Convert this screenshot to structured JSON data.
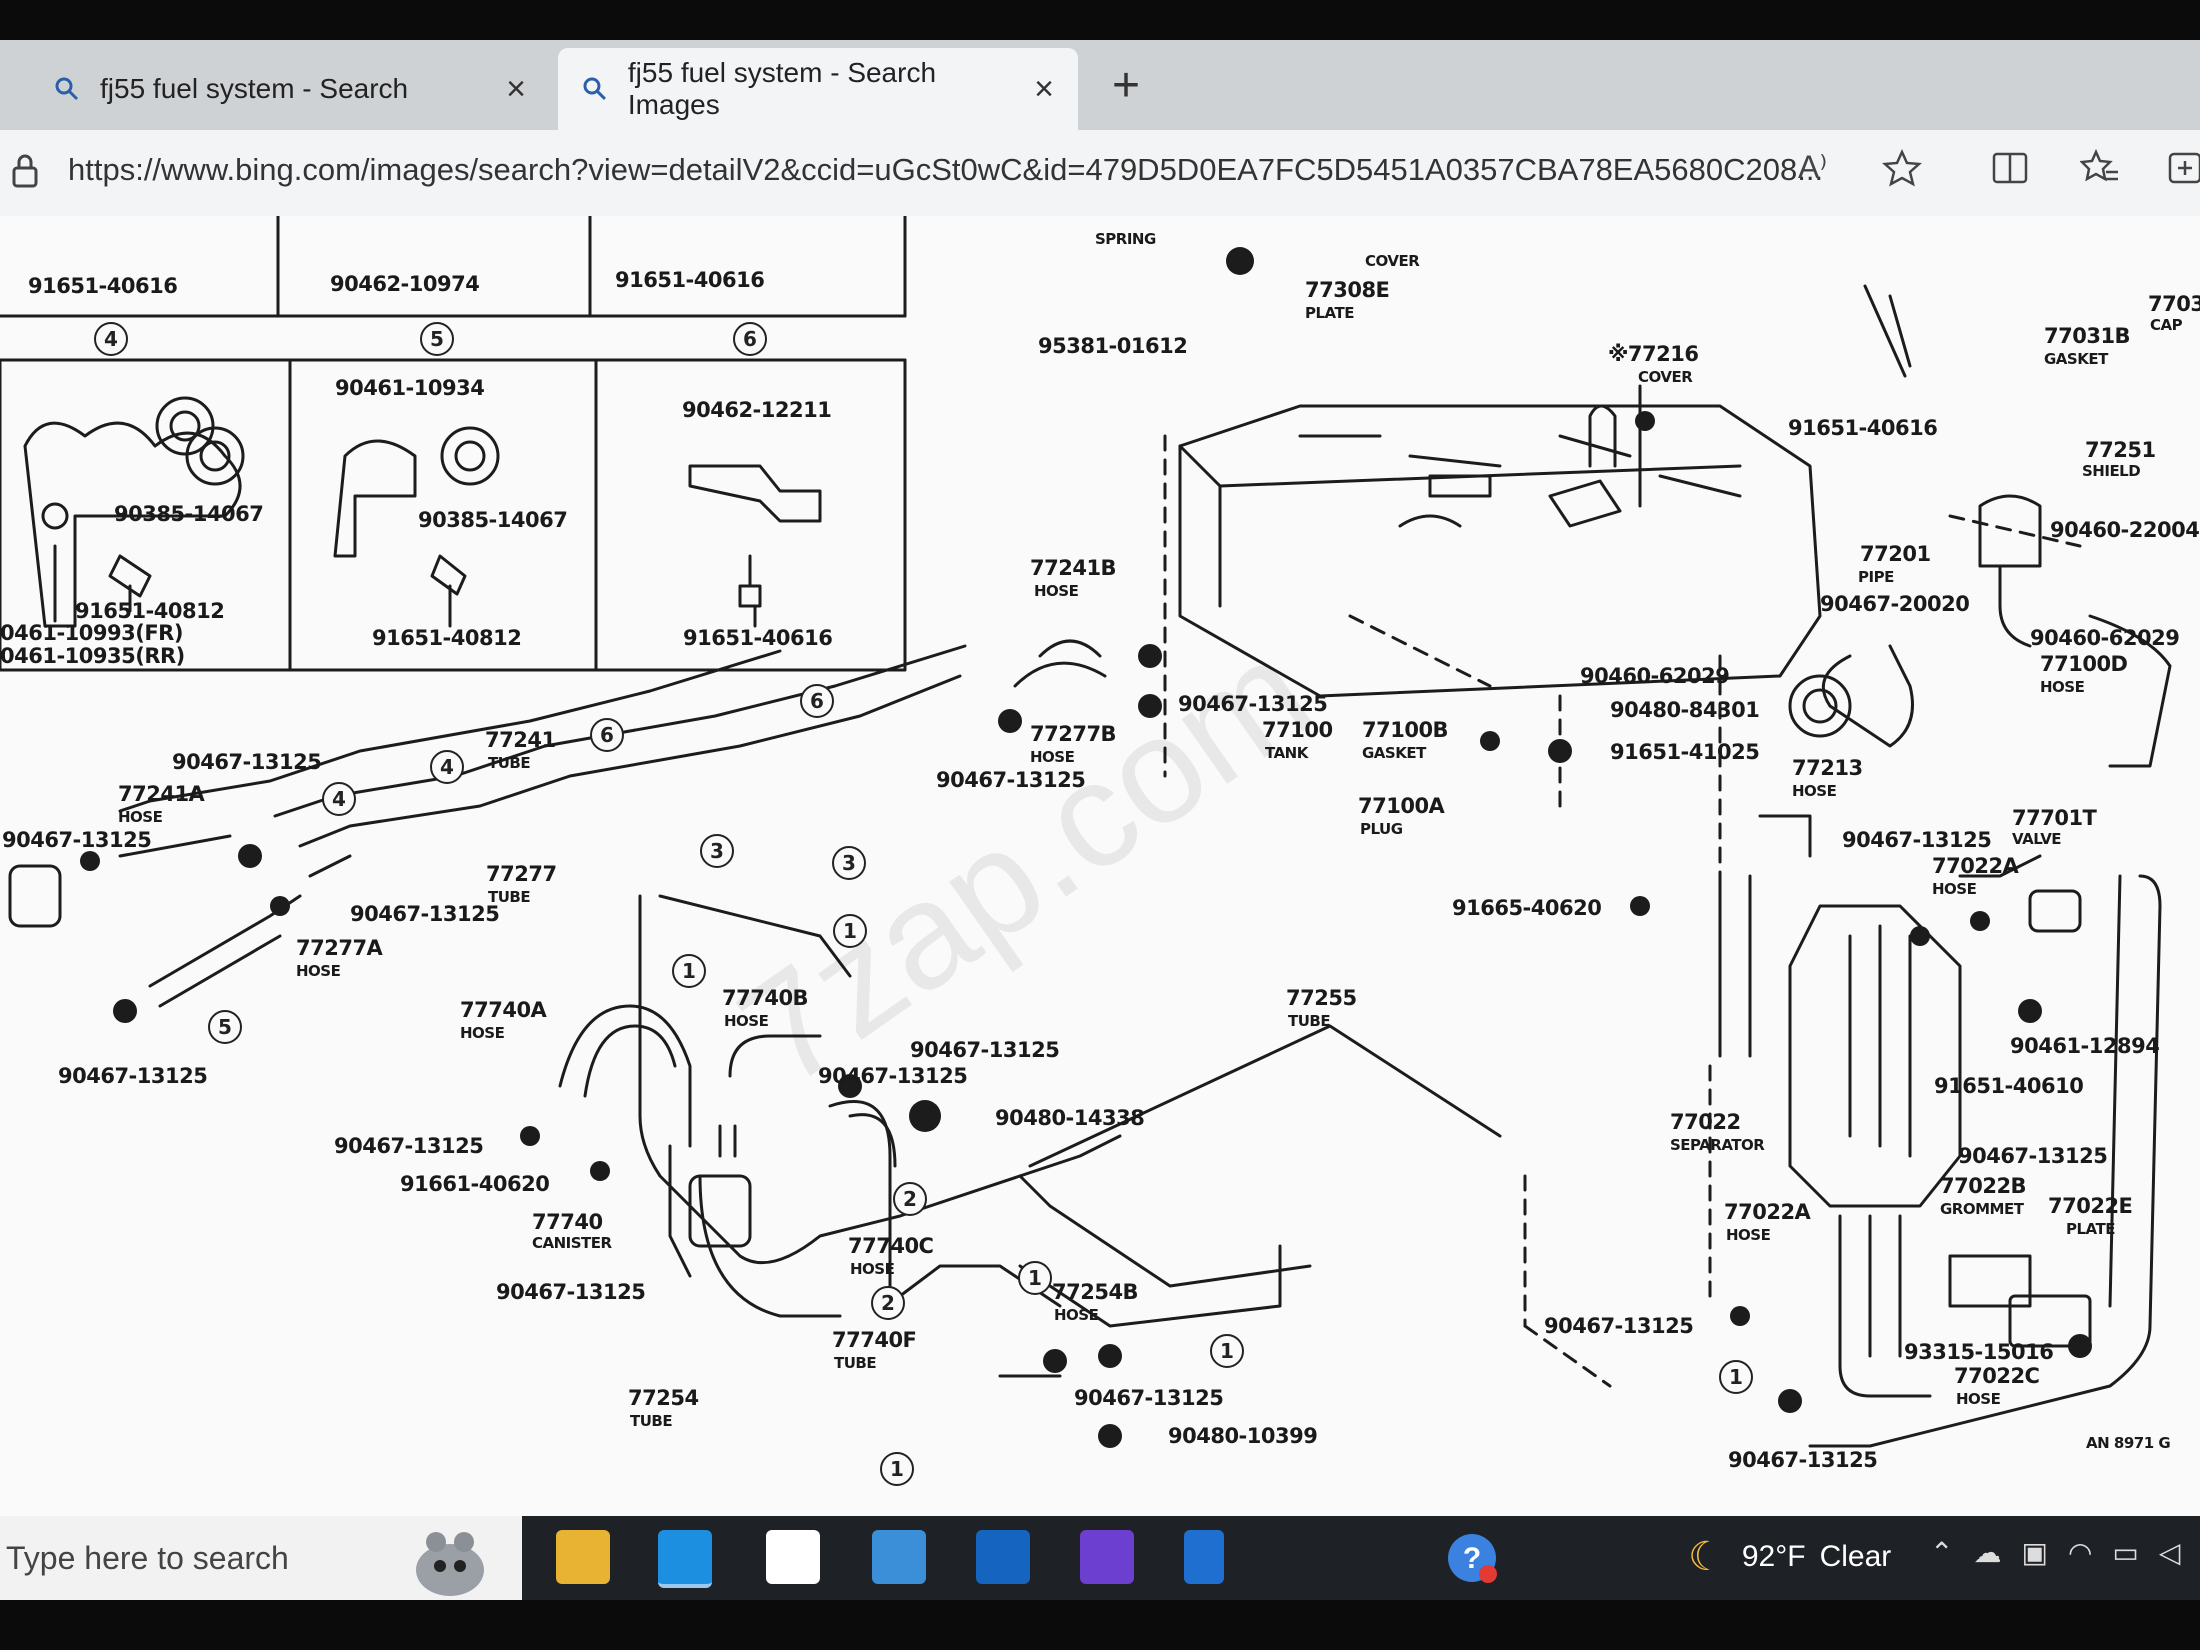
{
  "browser": {
    "tabs": [
      {
        "label": "fj55 fuel system - Search"
      },
      {
        "label": "fj55 fuel system - Search Images"
      }
    ],
    "new_tab": "+",
    "close": "×",
    "url": "https://www.bing.com/images/search?view=detailV2&ccid=uGcSt0wC&id=479D5D0EA7FC5D5451A0357CBA78EA5680C208...",
    "read_aloud": "A⁾"
  },
  "diagram": {
    "watermark": "7zap.com",
    "corner_code": "AN 8971 G",
    "labels": [
      {
        "id": "l1",
        "text": "91651-40616"
      },
      {
        "id": "l2",
        "text": "90462-10974"
      },
      {
        "id": "l3",
        "text": "91651-40616"
      },
      {
        "id": "l4",
        "text": "90461-10934"
      },
      {
        "id": "l5",
        "text": "90462-12211"
      },
      {
        "id": "l6",
        "text": "90385-14067"
      },
      {
        "id": "l7",
        "text": "90385-14067"
      },
      {
        "id": "l8",
        "text": "91651-40812"
      },
      {
        "id": "l9",
        "text": "91651-40812"
      },
      {
        "id": "l10",
        "text": "91651-40616"
      },
      {
        "id": "l11",
        "text": "0461-10993(FR)"
      },
      {
        "id": "l12",
        "text": "0461-10935(RR)"
      },
      {
        "id": "l13",
        "text": "SPRING"
      },
      {
        "id": "l14",
        "text": "COVER"
      },
      {
        "id": "l15",
        "text": "77308E"
      },
      {
        "id": "l16",
        "text": "PLATE"
      },
      {
        "id": "l17",
        "text": "95381-01612"
      },
      {
        "id": "l18",
        "text": "※77216"
      },
      {
        "id": "l19",
        "text": "COVER"
      },
      {
        "id": "l20",
        "text": "7703"
      },
      {
        "id": "l21",
        "text": "CAP"
      },
      {
        "id": "l22",
        "text": "77031B"
      },
      {
        "id": "l23",
        "text": "GASKET"
      },
      {
        "id": "l24",
        "text": "91651-40616"
      },
      {
        "id": "l25",
        "text": "77251"
      },
      {
        "id": "l26",
        "text": "SHIELD"
      },
      {
        "id": "l27",
        "text": "90460-22004"
      },
      {
        "id": "l28",
        "text": "77201"
      },
      {
        "id": "l29",
        "text": "PIPE"
      },
      {
        "id": "l30",
        "text": "90467-20020"
      },
      {
        "id": "l31",
        "text": "90460-62029"
      },
      {
        "id": "l32",
        "text": "77100D"
      },
      {
        "id": "l33",
        "text": "HOSE"
      },
      {
        "id": "l34",
        "text": "90460-62029"
      },
      {
        "id": "l35",
        "text": "90480-84301"
      },
      {
        "id": "l36",
        "text": "91651-41025"
      },
      {
        "id": "l37",
        "text": "77213"
      },
      {
        "id": "l38",
        "text": "HOSE"
      },
      {
        "id": "l39",
        "text": "77241B"
      },
      {
        "id": "l40",
        "text": "HOSE"
      },
      {
        "id": "l41",
        "text": "90467-13125"
      },
      {
        "id": "l42",
        "text": "77100"
      },
      {
        "id": "l43",
        "text": "TANK"
      },
      {
        "id": "l44",
        "text": "77100B"
      },
      {
        "id": "l45",
        "text": "GASKET"
      },
      {
        "id": "l46",
        "text": "77277B"
      },
      {
        "id": "l47",
        "text": "HOSE"
      },
      {
        "id": "l48",
        "text": "90467-13125"
      },
      {
        "id": "l49",
        "text": "77100A"
      },
      {
        "id": "l50",
        "text": "PLUG"
      },
      {
        "id": "l51",
        "text": "90467-13125"
      },
      {
        "id": "l52",
        "text": "77241"
      },
      {
        "id": "l53",
        "text": "TUBE"
      },
      {
        "id": "l54",
        "text": "77241A"
      },
      {
        "id": "l55",
        "text": "HOSE"
      },
      {
        "id": "l56",
        "text": "90467-13125"
      },
      {
        "id": "l57",
        "text": "77277"
      },
      {
        "id": "l58",
        "text": "TUBE"
      },
      {
        "id": "l59",
        "text": "90467-13125"
      },
      {
        "id": "l60",
        "text": "77277A"
      },
      {
        "id": "l61",
        "text": "HOSE"
      },
      {
        "id": "l62",
        "text": "90467-13125"
      },
      {
        "id": "l63",
        "text": "77740A"
      },
      {
        "id": "l64",
        "text": "HOSE"
      },
      {
        "id": "l65",
        "text": "77740B"
      },
      {
        "id": "l66",
        "text": "HOSE"
      },
      {
        "id": "l67",
        "text": "90467-13125"
      },
      {
        "id": "l68",
        "text": "90467-13125"
      },
      {
        "id": "l69",
        "text": "90480-14338"
      },
      {
        "id": "l70",
        "text": "77255"
      },
      {
        "id": "l71",
        "text": "TUBE"
      },
      {
        "id": "l72",
        "text": "90467-13125"
      },
      {
        "id": "l73",
        "text": "91661-40620"
      },
      {
        "id": "l74",
        "text": "77740"
      },
      {
        "id": "l75",
        "text": "CANISTER"
      },
      {
        "id": "l76",
        "text": "77740C"
      },
      {
        "id": "l77",
        "text": "HOSE"
      },
      {
        "id": "l78",
        "text": "90467-13125"
      },
      {
        "id": "l79",
        "text": "77254B"
      },
      {
        "id": "l80",
        "text": "HOSE"
      },
      {
        "id": "l81",
        "text": "77740F"
      },
      {
        "id": "l82",
        "text": "TUBE"
      },
      {
        "id": "l83",
        "text": "77254"
      },
      {
        "id": "l84",
        "text": "TUBE"
      },
      {
        "id": "l85",
        "text": "90467-13125"
      },
      {
        "id": "l86",
        "text": "90480-10399"
      },
      {
        "id": "l87",
        "text": "91665-40620"
      },
      {
        "id": "l88",
        "text": "90467-13125"
      },
      {
        "id": "l89",
        "text": "77701T"
      },
      {
        "id": "l90",
        "text": "VALVE"
      },
      {
        "id": "l91",
        "text": "77022A"
      },
      {
        "id": "l92",
        "text": "HOSE"
      },
      {
        "id": "l93",
        "text": "90461-12894"
      },
      {
        "id": "l94",
        "text": "91651-40610"
      },
      {
        "id": "l95",
        "text": "77022"
      },
      {
        "id": "l96",
        "text": "SEPARATOR"
      },
      {
        "id": "l97",
        "text": "90467-13125"
      },
      {
        "id": "l98",
        "text": "77022B"
      },
      {
        "id": "l99",
        "text": "GROMMET"
      },
      {
        "id": "l100",
        "text": "77022E"
      },
      {
        "id": "l101",
        "text": "PLATE"
      },
      {
        "id": "l102",
        "text": "77022A"
      },
      {
        "id": "l103",
        "text": "HOSE"
      },
      {
        "id": "l104",
        "text": "90467-13125"
      },
      {
        "id": "l105",
        "text": "93315-15016"
      },
      {
        "id": "l106",
        "text": "77022C"
      },
      {
        "id": "l107",
        "text": "HOSE"
      },
      {
        "id": "l108",
        "text": "90467-13125"
      }
    ],
    "markers": [
      "4",
      "5",
      "6",
      "6",
      "4",
      "4",
      "3",
      "3",
      "1",
      "1",
      "1",
      "5",
      "2",
      "2",
      "1",
      "1",
      "1",
      "6"
    ]
  },
  "taskbar": {
    "search_placeholder": "Type here to search",
    "weather_temp": "92°F",
    "weather_desc": "Clear"
  },
  "colors": {
    "taskbar": "#1e2226",
    "tabbar": "#cfd2d5",
    "active_tab": "#f3f4f5",
    "edge_blue": "#1d8fe0"
  }
}
